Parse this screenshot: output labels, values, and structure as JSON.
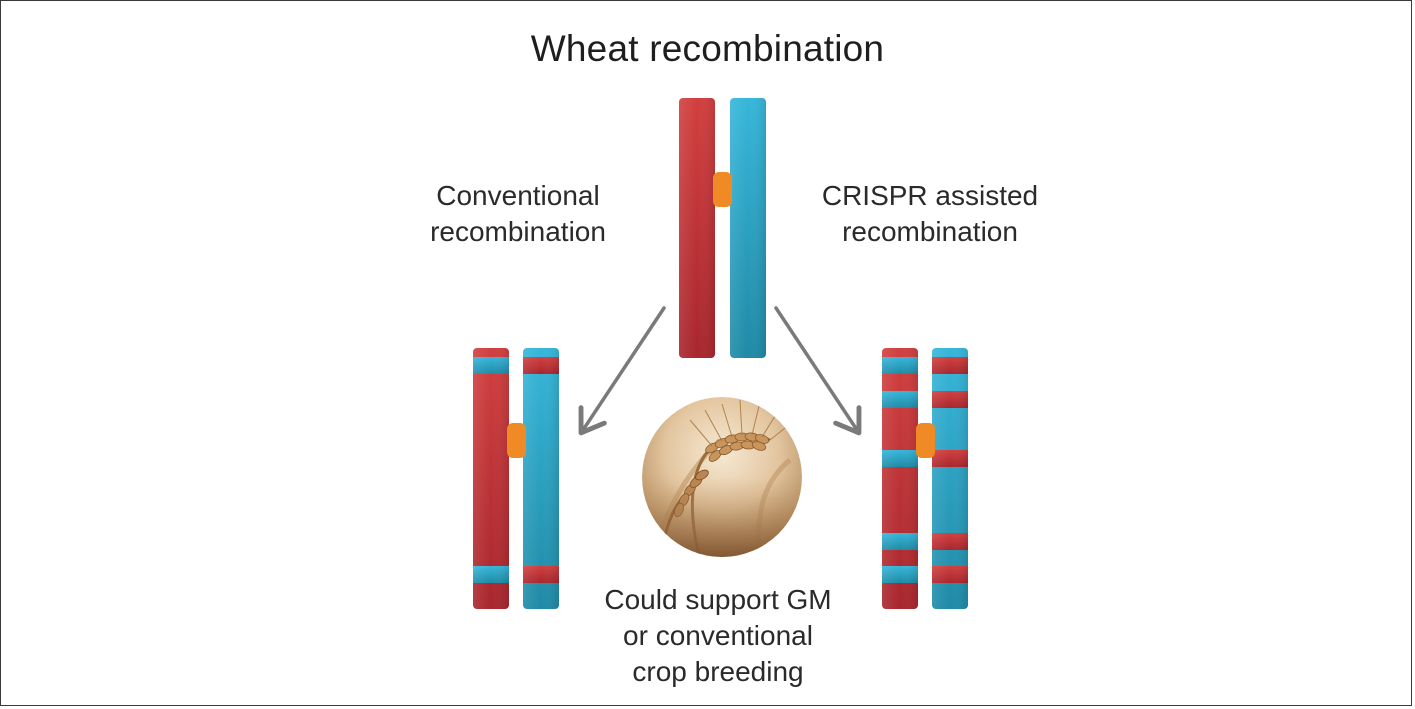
{
  "title": "Wheat recombination",
  "labels": {
    "conventional": [
      "Conventional",
      "recombination"
    ],
    "crispr": [
      "CRISPR assisted",
      "recombination"
    ],
    "outcome": [
      "Could support GM",
      "or conventional",
      "crop breeding"
    ]
  },
  "colors": {
    "red_chromosome": "#c8383b",
    "blue_chromosome": "#2aa8c8",
    "centromere": "#f08a24",
    "arrow": "#7a7a7a",
    "frame": "#3a3a3a"
  },
  "icons": {
    "wheat_photo": "wheat-photo-icon"
  }
}
